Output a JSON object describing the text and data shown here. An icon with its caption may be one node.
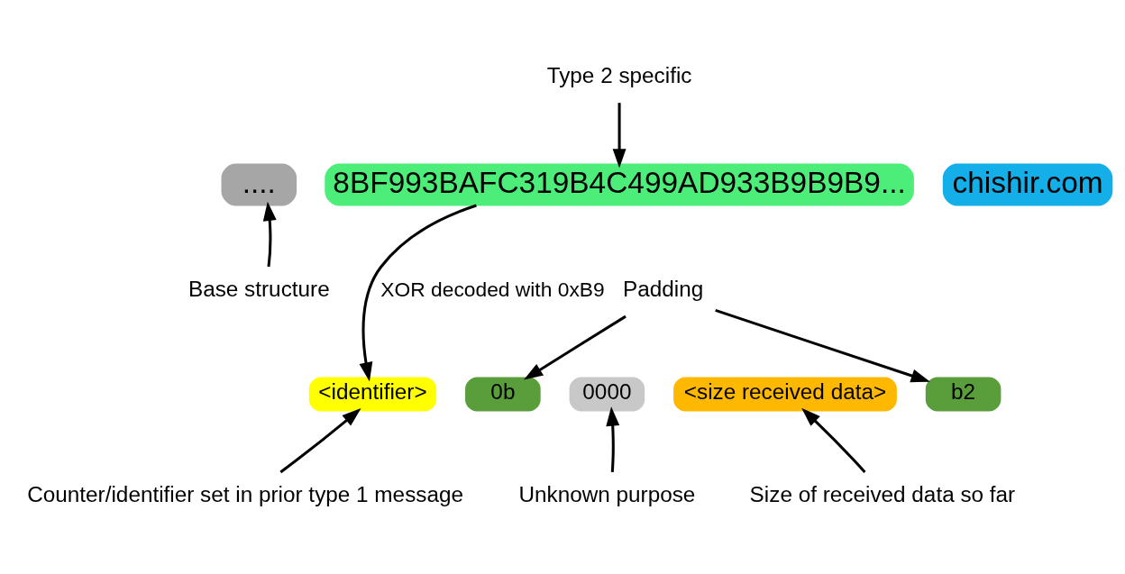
{
  "diagram": {
    "nodes": [
      {
        "text": [
          "...."
        ]
      },
      {
        "text": [
          "8BF993BAFC319B4C499AD933B9B9B9..."
        ]
      },
      {
        "text": [
          "chishir.com"
        ]
      },
      {
        "text": [
          "Type 2 specific"
        ]
      },
      {
        "text": [
          "Base structure"
        ]
      },
      {
        "text": [
          "<identifier>"
        ]
      },
      {
        "text": [
          "0b"
        ]
      },
      {
        "text": [
          "0000"
        ]
      },
      {
        "text": [
          "<size received data>"
        ]
      },
      {
        "text": [
          "b2"
        ]
      },
      {
        "text": [
          "Padding"
        ]
      },
      {
        "text": [
          "Counter/identifier set in prior type 1 message"
        ]
      },
      {
        "text": [
          "Unknown purpose"
        ]
      },
      {
        "text": [
          "Size of received data so far"
        ]
      }
    ],
    "edges": [
      {
        "from": 3,
        "to": 1,
        "arrow": "to"
      },
      {
        "from": 4,
        "to": 0,
        "arrow": "to"
      },
      {
        "from": 1,
        "to": 5,
        "arrow": "to",
        "label": "XOR decoded with 0xB9"
      },
      {
        "from": 10,
        "to": 6,
        "arrow": "to"
      },
      {
        "from": 10,
        "to": 9,
        "arrow": "to"
      },
      {
        "from": 11,
        "to": 5,
        "arrow": "to"
      },
      {
        "from": 12,
        "to": 7,
        "arrow": "to"
      },
      {
        "from": 13,
        "to": 8,
        "arrow": "to"
      }
    ]
  }
}
